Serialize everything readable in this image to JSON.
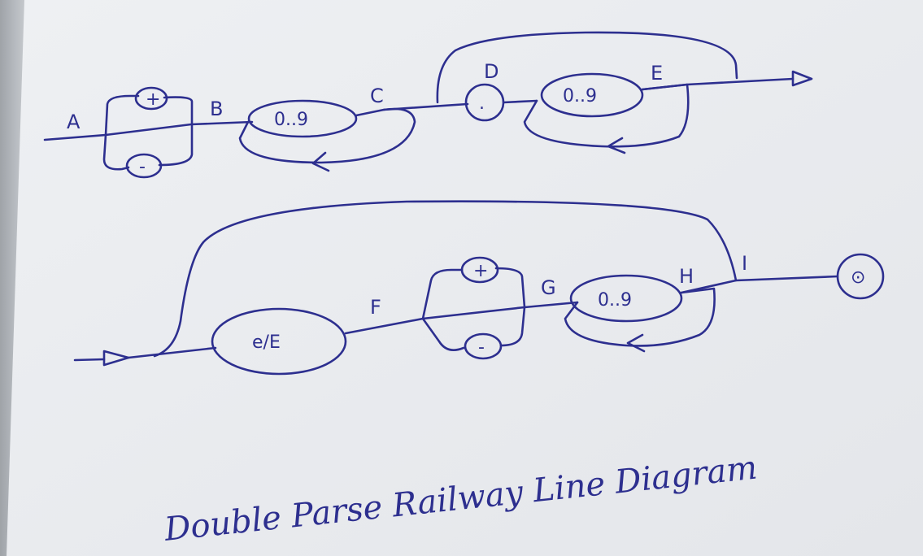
{
  "diagram": {
    "row1": {
      "labels": {
        "a": "A",
        "b": "B",
        "c": "C",
        "d": "D",
        "e": "E"
      },
      "tokens": {
        "plus": "+",
        "minus": "-",
        "digits1": "0..9",
        "dot": ".",
        "digits2": "0..9"
      }
    },
    "row2": {
      "labels": {
        "f": "F",
        "g": "G",
        "h": "H",
        "i": "I"
      },
      "tokens": {
        "exp": "e/E",
        "plus": "+",
        "minus": "-",
        "digits": "0..9",
        "end": "⊙"
      }
    },
    "caption": "Double Parse Railway Line Diagram"
  }
}
